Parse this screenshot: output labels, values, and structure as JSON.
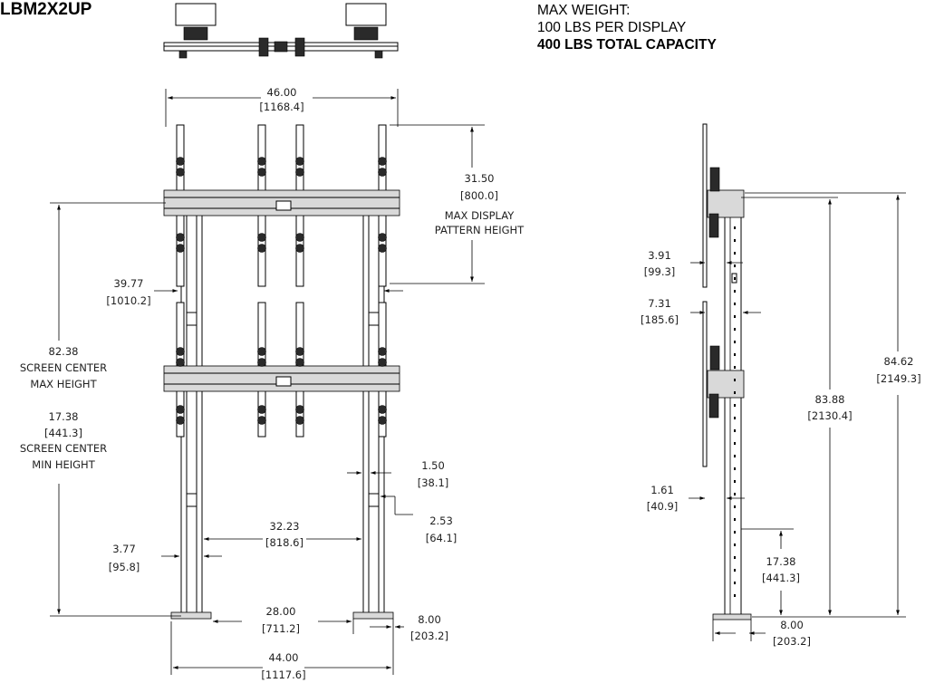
{
  "model": "LBM2X2UP",
  "weight": {
    "heading": "MAX WEIGHT:",
    "per_display": "100 LBS PER DISPLAY",
    "total": "400 LBS TOTAL CAPACITY"
  },
  "front_view": {
    "overall_width": {
      "in": "46.00",
      "mm": "[1168.4]"
    },
    "pattern_height": {
      "in": "31.50",
      "mm": "[800.0]",
      "line1": "MAX DISPLAY",
      "line2": "PATTERN HEIGHT"
    },
    "upright_spacing": {
      "in": "39.77",
      "mm": "[1010.2]"
    },
    "center_max": {
      "in": "82.38",
      "line1": "SCREEN CENTER",
      "line2": "MAX HEIGHT"
    },
    "center_min": {
      "in": "17.38",
      "mm": "[441.3]",
      "line1": "SCREEN CENTER",
      "line2": "MIN HEIGHT"
    },
    "column_width": {
      "in": "1.50",
      "mm": "[38.1]"
    },
    "column_gap": {
      "in": "2.53",
      "mm": "[64.1]"
    },
    "inner_span": {
      "in": "32.23",
      "mm": "[818.6]"
    },
    "upright_offset": {
      "in": "3.77",
      "mm": "[95.8]"
    },
    "base_inner": {
      "in": "28.00",
      "mm": "[711.2]"
    },
    "foot_width": {
      "in": "8.00",
      "mm": "[203.2]"
    },
    "base_overall": {
      "in": "44.00",
      "mm": "[1117.6]"
    }
  },
  "side_view": {
    "top_depth": {
      "in": "3.91",
      "mm": "[99.3]"
    },
    "display_depth": {
      "in": "7.31",
      "mm": "[185.6]"
    },
    "bottom_depth": {
      "in": "1.61",
      "mm": "[40.9]"
    },
    "total_height": {
      "in": "84.62",
      "mm": "[2149.3]"
    },
    "column_height": {
      "in": "83.88",
      "mm": "[2130.4]"
    },
    "min_center": {
      "in": "17.38",
      "mm": "[441.3]"
    },
    "foot_depth": {
      "in": "8.00",
      "mm": "[203.2]"
    }
  }
}
